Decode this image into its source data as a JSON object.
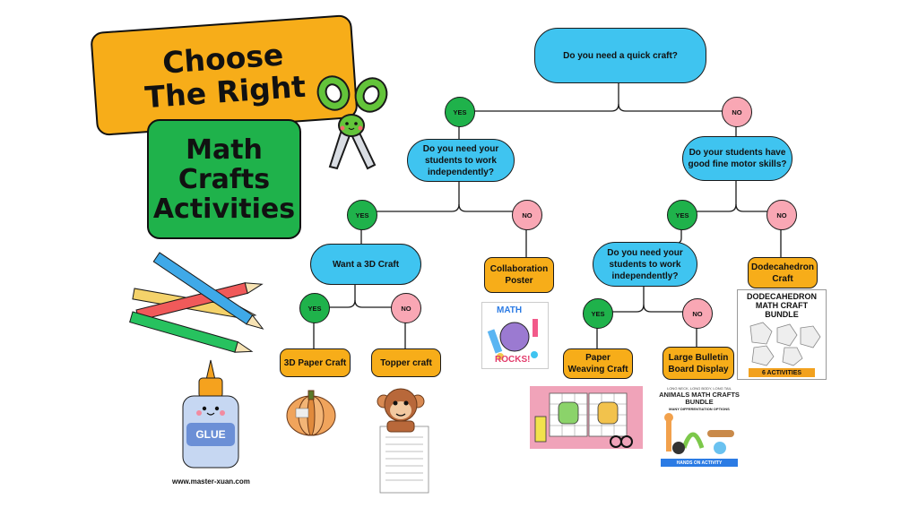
{
  "title": {
    "line1": "Choose\nThe Right",
    "line2": "Math\nCrafts\nActivities"
  },
  "questions": {
    "q1": "Do you need a quick craft?",
    "q2": "Do you need your\nstudents to work\nindependently?",
    "q3": "Do your students have\ngood fine motor skills?",
    "q4": "Want a 3D Craft",
    "q5": "Do you need your\nstudents to work\nindependently?"
  },
  "answers": {
    "yes": "YES",
    "no": "NO"
  },
  "outcomes": {
    "paper_3d": "3D Paper Craft",
    "topper": "Topper craft",
    "collab": "Collaboration\nPoster",
    "weaving": "Paper\nWeaving Craft",
    "bulletin": "Large Bulletin\nBoard Display",
    "dodeca": "Dodecahedron\nCraft"
  },
  "thumb_text": {
    "dodeca_title": "DODECAHEDRON\nMATH CRAFT\nBUNDLE",
    "dodeca_sub": "6 ACTIVITIES",
    "animals_top": "LONG NECK, LONG BODY, LONG TAIL",
    "animals_title": "ANIMALS MATH CRAFTS\nBUNDLE",
    "animals_sub": "MANY DIFFERENTIATION OPTIONS",
    "animals_banner": "HANDS ON ACTIVITY",
    "poster_math": "MATH",
    "poster_rocks": "ROCKS!"
  },
  "glue_label": "GLUE",
  "website": "www.master-xuan.com",
  "colors": {
    "question": "#3fc4f0",
    "yes": "#1fb24b",
    "no": "#f9a7b4",
    "outcome": "#f7ad19",
    "title_orange": "#f7ad19",
    "title_green": "#1fb24b"
  }
}
